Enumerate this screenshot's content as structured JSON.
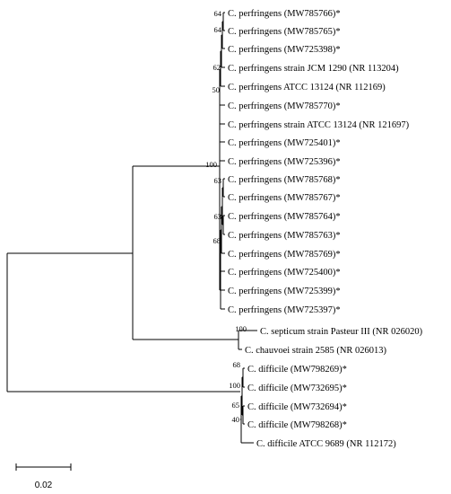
{
  "tips": [
    "C. perfringens (MW785766)*",
    "C. perfringens (MW785765)*",
    "C. perfringens (MW725398)*",
    "C. perfringens strain JCM 1290 (NR 113204)",
    "C. perfringens ATCC 13124 (NR 112169)",
    "C. perfringens (MW785770)*",
    "C. perfringens strain ATCC 13124 (NR 121697)",
    "C. perfringens (MW725401)*",
    "C. perfringens (MW725396)*",
    "C. perfringens (MW785768)*",
    "C. perfringens (MW785767)*",
    "C. perfringens (MW785764)*",
    "C. perfringens (MW785763)*",
    "C. perfringens (MW785769)*",
    "C. perfringens (MW725400)*",
    "C. perfringens (MW725399)*",
    "C. perfringens (MW725397)*",
    "C. septicum strain Pasteur III (NR 026020)",
    "C. chauvoei strain 2585 (NR 026013)",
    "C. difficile (MW798269)*",
    "C. difficile (MW732695)*",
    "C. difficile (MW732694)*",
    "C. difficile (MW798268)*",
    "C. difficile ATCC 9689 (NR 112172)"
  ],
  "bootstrap": [
    "64",
    "64",
    "62",
    "50",
    "100",
    "63",
    "63",
    "68",
    "100",
    "68",
    "100",
    "65",
    "40"
  ],
  "scale_bar": {
    "label": "0.02",
    "length": 0.02
  }
}
